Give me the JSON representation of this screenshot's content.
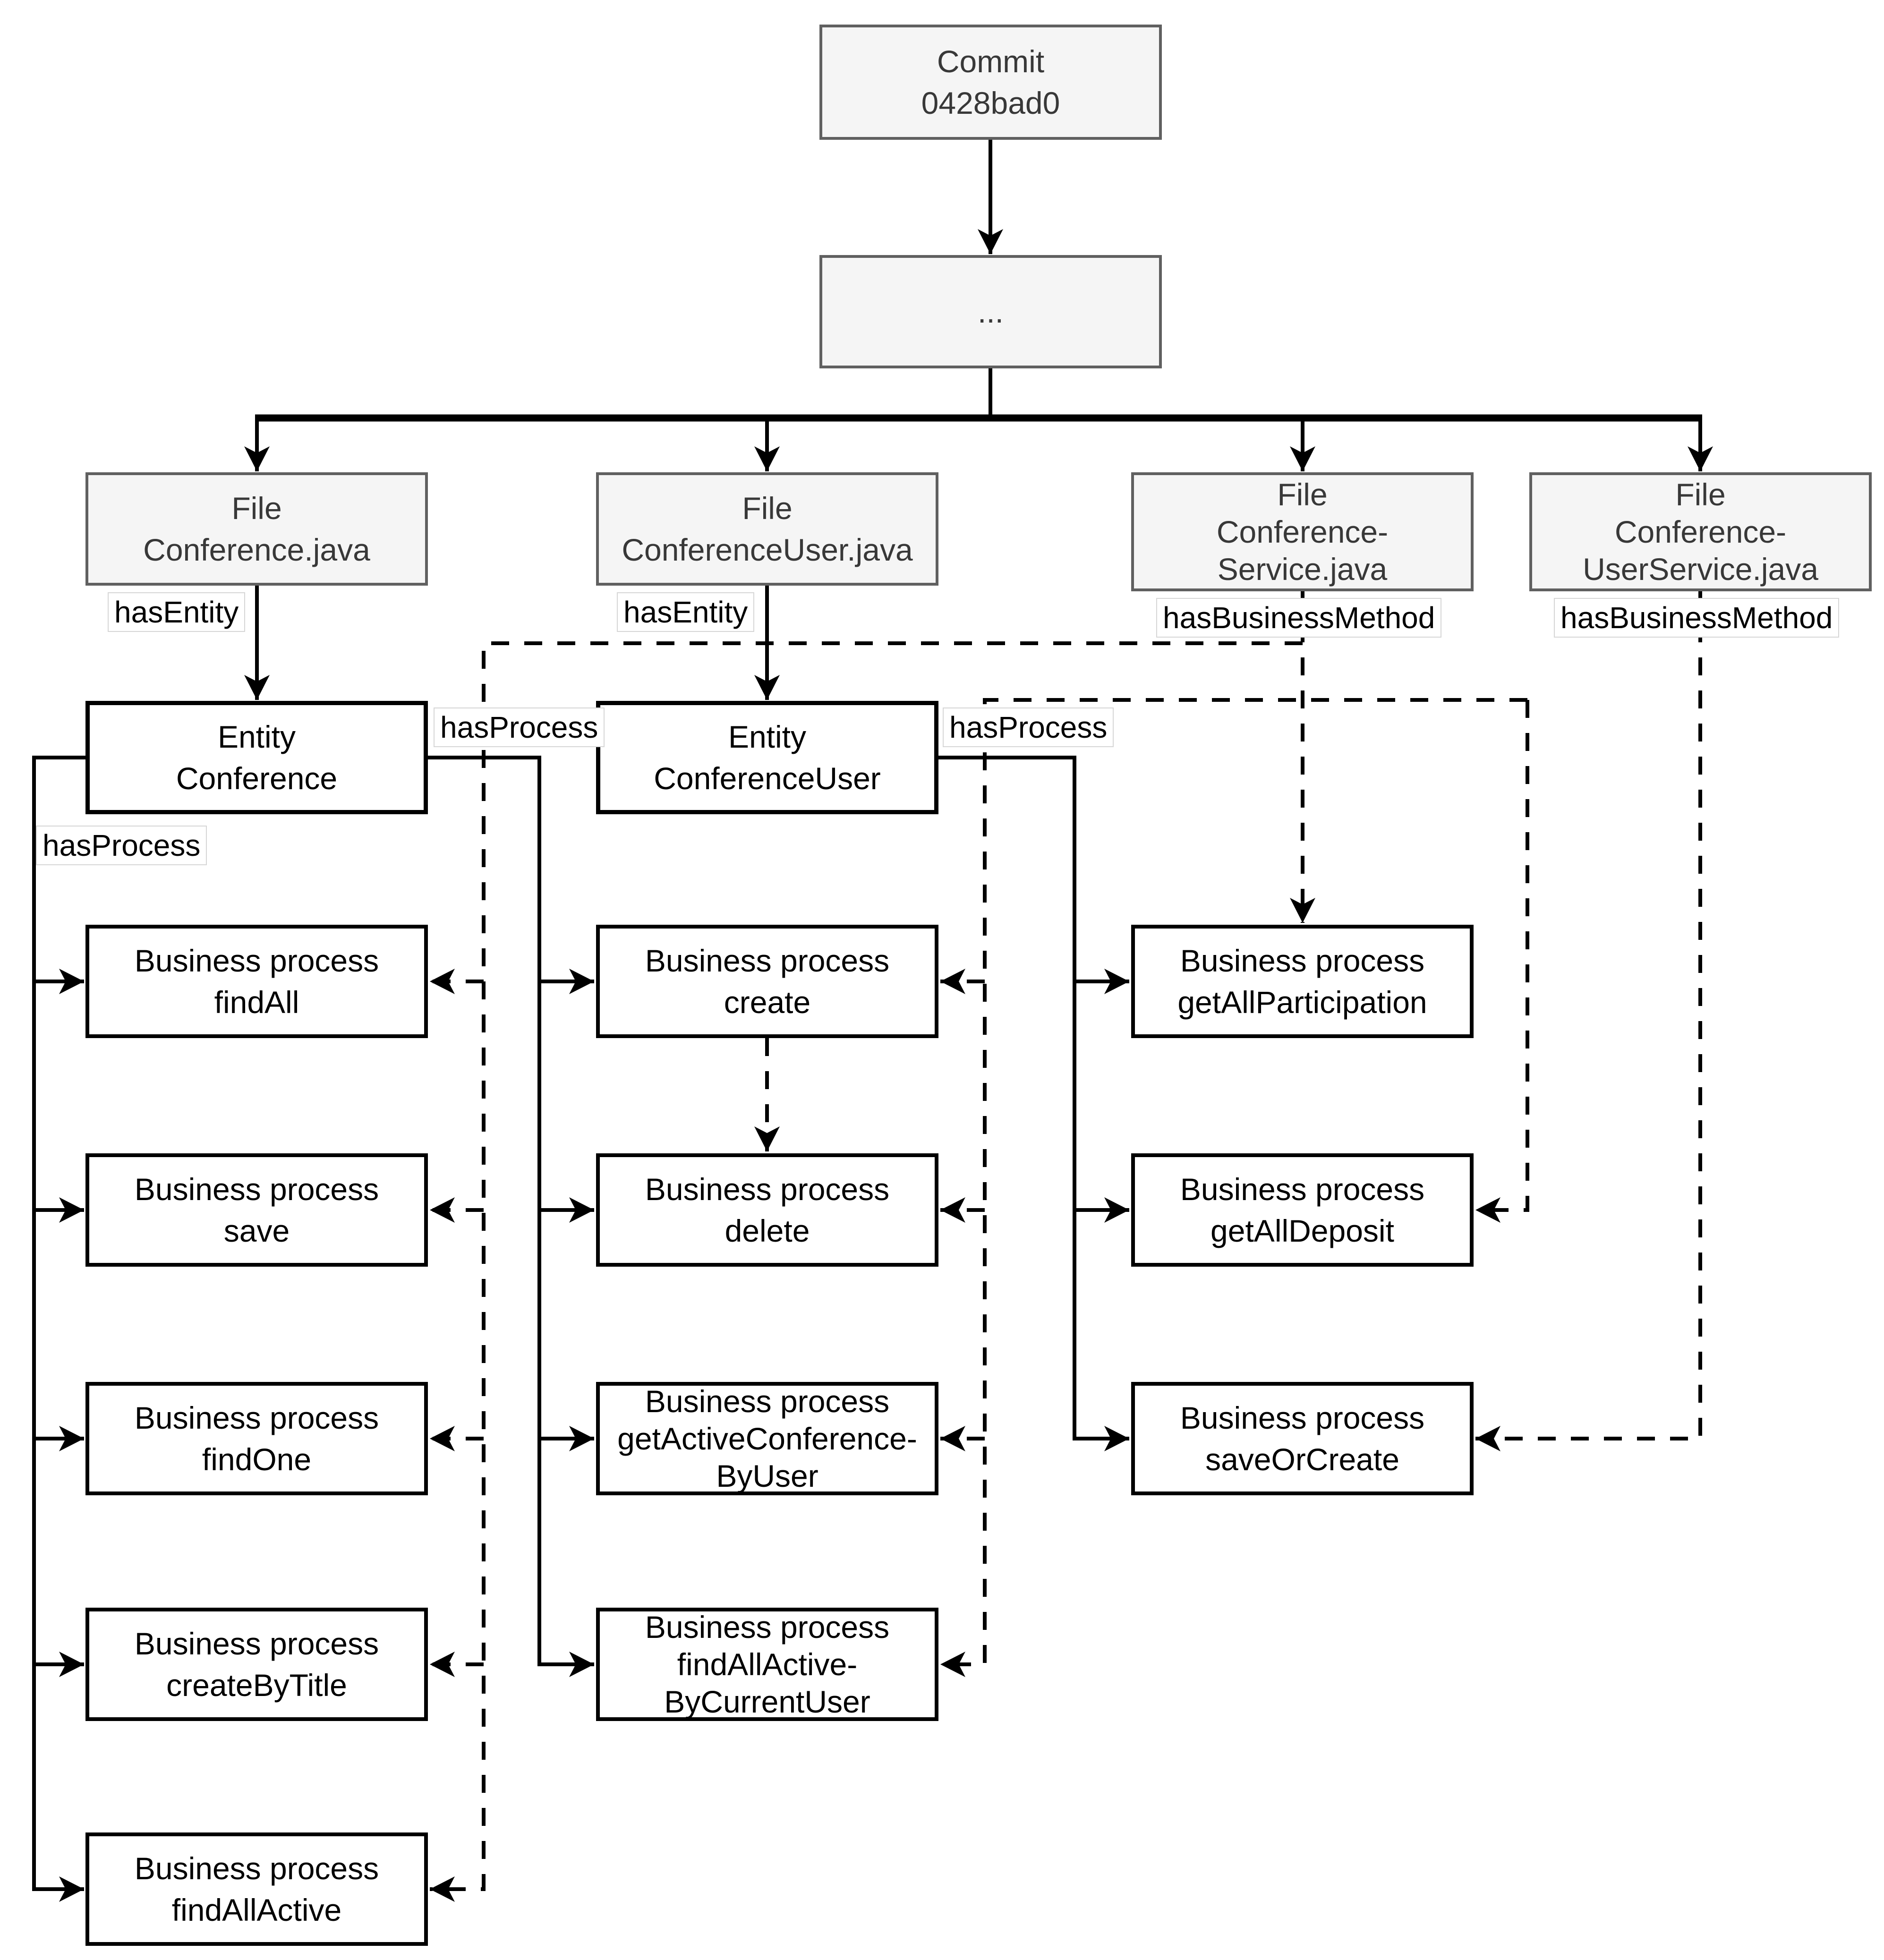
{
  "colors": {
    "background": "#ffffff",
    "gray_node_fill": "#f5f5f5",
    "gray_node_border": "#606060",
    "gray_node_text": "#383838",
    "white_node_fill": "#ffffff",
    "white_node_border": "#000000",
    "edge_color": "#000000",
    "edge_label_bg": "#ffffff",
    "edge_label_border": "#d6d6d6"
  },
  "nodes": {
    "commit": {
      "l1": "Commit",
      "l2": "0428bad0"
    },
    "ellipsis": {
      "l1": "..."
    },
    "file1": {
      "l1": "File",
      "l2": "Conference.java"
    },
    "file2": {
      "l1": "File",
      "l2": "ConferenceUser.java"
    },
    "file3": {
      "l1": "File",
      "l2": "Conference-",
      "l3": "Service.java"
    },
    "file4": {
      "l1": "File",
      "l2": "Conference-",
      "l3": "UserService.java"
    },
    "entity1": {
      "l1": "Entity",
      "l2": "Conference"
    },
    "entity2": {
      "l1": "Entity",
      "l2": "ConferenceUser"
    },
    "bp_findAll": {
      "l1": "Business process",
      "l2": "findAll"
    },
    "bp_save": {
      "l1": "Business process",
      "l2": "save"
    },
    "bp_findOne": {
      "l1": "Business process",
      "l2": "findOne"
    },
    "bp_createByTitle": {
      "l1": "Business process",
      "l2": "createByTitle"
    },
    "bp_findAllActive": {
      "l1": "Business process",
      "l2": "findAllActive"
    },
    "bp_create": {
      "l1": "Business process",
      "l2": "create"
    },
    "bp_delete": {
      "l1": "Business process",
      "l2": "delete"
    },
    "bp_getActiveConferenceByUser": {
      "l1": "Business process",
      "l2": "getActiveConference-",
      "l3": "ByUser"
    },
    "bp_findAllActiveByCurrentUser": {
      "l1": "Business process",
      "l2": "findAllActive-",
      "l3": "ByCurrentUser"
    },
    "bp_getAllParticipation": {
      "l1": "Business process",
      "l2": "getAllParticipation"
    },
    "bp_getAllDeposit": {
      "l1": "Business process",
      "l2": "getAllDeposit"
    },
    "bp_saveOrCreate": {
      "l1": "Business process",
      "l2": "saveOrCreate"
    }
  },
  "edge_labels": {
    "hasEntity": "hasEntity",
    "hasBusinessMethod": "hasBusinessMethod",
    "hasProcess": "hasProcess"
  }
}
